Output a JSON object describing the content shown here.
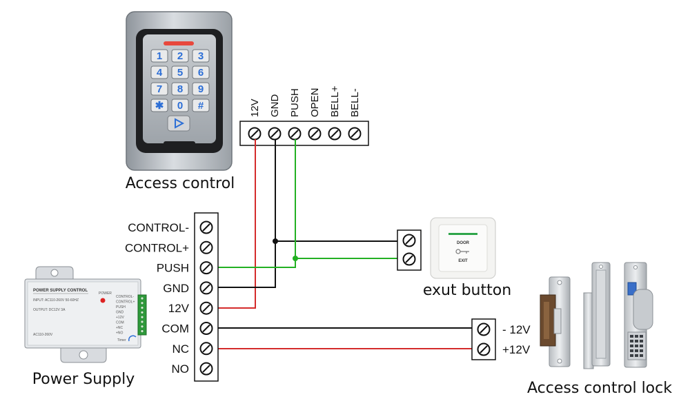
{
  "captions": {
    "access_control": "Access control",
    "power_supply": "Power Supply",
    "exit_button": "exut button",
    "lock": "Access control lock"
  },
  "keypad_terminals": [
    "12V",
    "GND",
    "PUSH",
    "OPEN",
    "BELL+",
    "BELL-"
  ],
  "keypad_keys": [
    "1",
    "2",
    "3",
    "4",
    "5",
    "6",
    "7",
    "8",
    "9",
    "✱",
    "0",
    "#"
  ],
  "psu_terminals": [
    "CONTROL-",
    "CONTROL+",
    "PUSH",
    "GND",
    "12V",
    "COM",
    "NC",
    "NO"
  ],
  "lock_terminals": [
    "- 12V",
    "+12V"
  ],
  "psu_unit": {
    "title": "POWER SUPPLY CONTROL",
    "input": "INPUT: AC110-260V 50-60HZ",
    "output": "OUTPUT: DC12V  3A",
    "power": "POWER",
    "ac": "AC110-260V",
    "timer": "Timer",
    "side_labels": [
      "CONTROL-",
      "CONTROL+",
      "PUSH",
      "GND",
      "+12V",
      "COM",
      "+NC",
      "+NO"
    ]
  },
  "exit_button": {
    "line1": "DOOR",
    "line2": "EXIT"
  },
  "colors": {
    "red": "#d42a2a",
    "green": "#22b022",
    "black": "#111111"
  }
}
